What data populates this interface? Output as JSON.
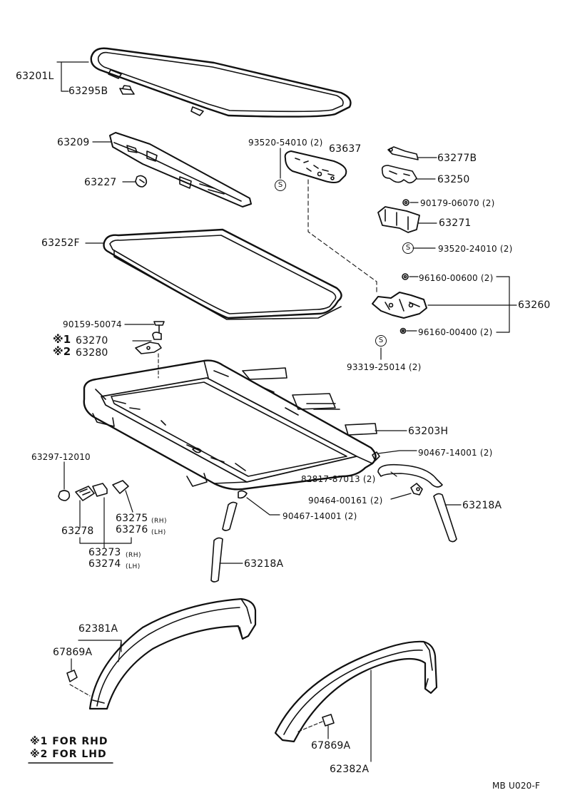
{
  "labels": {
    "p63201L": "63201L",
    "p63295B": "63295B",
    "p63209": "63209",
    "p63227": "63227",
    "p93520_54010": "93520-54010 (2)",
    "p63637": "63637",
    "p63277B": "63277B",
    "p63250": "63250",
    "p90179": "90179-06070 (2)",
    "p63271": "63271",
    "p93520_24010": "93520-24010 (2)",
    "p63252F": "63252F",
    "p96160_00600": "96160-00600 (2)",
    "p63260": "63260",
    "p96160_00400": "96160-00400 (2)",
    "p90159": "90159-50074",
    "p63270": "63270",
    "p63280": "63280",
    "p93319": "93319-25014 (2)",
    "p63203H": "63203H",
    "p63297": "63297-12010",
    "p90467_a": "90467-14001 (2)",
    "p82817": "82817-87013 (2)",
    "p90464": "90464-00161 (2)",
    "p63218A_right": "63218A",
    "p90467_b": "90467-14001 (2)",
    "p63275": "63275",
    "p63276": "63276",
    "p63278": "63278",
    "p63273": "63273",
    "p63274": "63274",
    "p63218A_left": "63218A",
    "p62381A": "62381A",
    "p67869A_left": "67869A",
    "p67869A_right": "67869A",
    "p62382A": "62382A"
  },
  "sides": {
    "rh": "(RH)",
    "lh": "(LH)"
  },
  "marks": {
    "m1": "※1",
    "m2": "※2"
  },
  "notes": {
    "rhd": "※1 FOR RHD",
    "lhd": "※2 FOR LHD"
  },
  "screw_symbol": "S",
  "figure_code": "MB U020-F"
}
